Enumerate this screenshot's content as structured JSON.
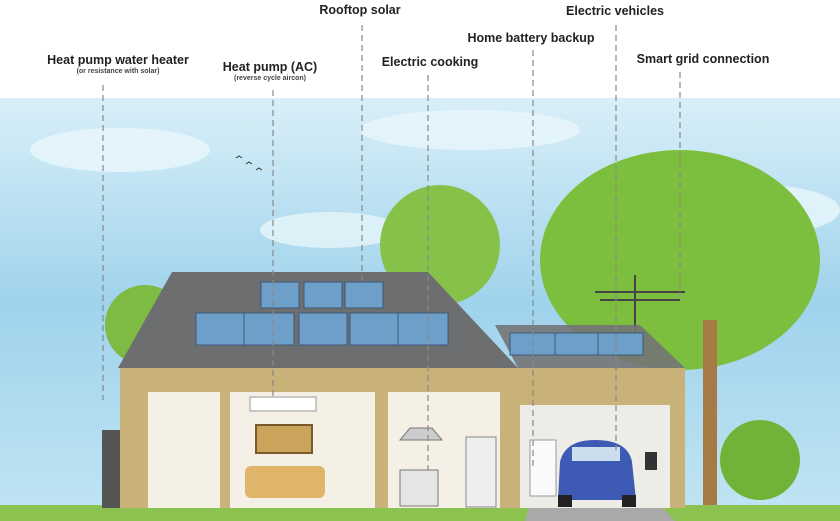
{
  "labels": {
    "heat_pump_water_heater": {
      "title": "Heat pump water heater",
      "subtitle": "(or resistance with solar)"
    },
    "heat_pump_ac": {
      "title": "Heat pump (AC)",
      "subtitle": "(reverse cycle aircon)"
    },
    "rooftop_solar": {
      "title": "Rooftop solar"
    },
    "electric_cooking": {
      "title": "Electric cooking"
    },
    "home_battery_backup": {
      "title": "Home battery backup"
    },
    "electric_vehicles": {
      "title": "Electric vehicles"
    },
    "smart_grid_connection": {
      "title": "Smart grid connection"
    }
  },
  "colors": {
    "sky": "#bfe3f2",
    "roof": "#6d6e70",
    "panel": "#6e9fc9",
    "wall": "#c8b27a",
    "tree": "#7cbf3e",
    "car": "#3d5bb5"
  }
}
